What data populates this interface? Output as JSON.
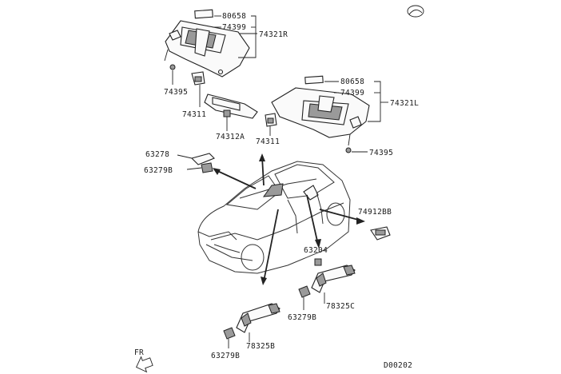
{
  "diagram": {
    "drawing_code": "D00202",
    "direction_marker": "FR",
    "labels": {
      "sunvisor_right_ticket": "80658",
      "sunvisor_right_pad": "74399",
      "sunvisor_right": "74321R",
      "sunvisor_right_clip": "74395",
      "sunvisor_holder_left": "74311",
      "mirror": "74312A",
      "sunvisor_holder_center": "74311",
      "sunvisor_left_ticket": "80658",
      "sunvisor_left_pad": "74399",
      "sunvisor_left": "74321L",
      "sunvisor_left_clip": "74395",
      "dome_bracket": "63278",
      "dome_clip": "63279B",
      "rear_grip": "74912BB",
      "grip_cap": "63204",
      "grip_clip_mid": "63279B",
      "grip_front": "78325C",
      "grip_clip_low": "63279B",
      "grip_rear": "78325B"
    }
  }
}
